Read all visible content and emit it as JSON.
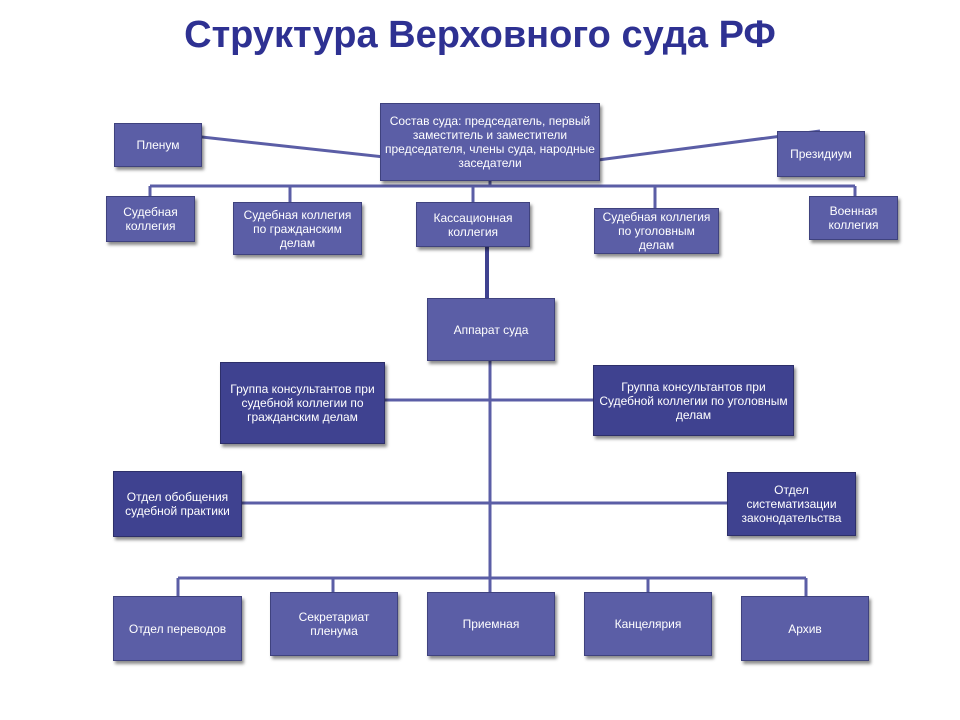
{
  "title": "Структура Верховного суда РФ",
  "colors": {
    "title": "#2e3192",
    "box_fill": "#5b5ea6",
    "box_fill_dark": "#3f4290",
    "line": "#5b5ea6",
    "text": "#ffffff"
  },
  "nodes": {
    "composition": "Состав суда: председатель, первый заместитель и заместители председателя, члены суда, народные заседатели",
    "plenum": "Пленум",
    "presidium": "Президиум",
    "judicial_collegium": "Судебная коллегия",
    "civil_collegium": "Судебная коллегия по гражданским делам",
    "cassation_collegium": "Кассационная коллегия",
    "criminal_collegium": "Судебная коллегия по уголовным делам",
    "military_collegium": "Военная коллегия",
    "apparatus": "Аппарат суда",
    "consultants_civil": "Группа консультантов при судебной коллегии по гражданским делам",
    "consultants_criminal": "Группа консультантов при Судебной коллегии по уголовным делам",
    "generalization_dept": "Отдел обобщения судебной практики",
    "systematization_dept": "Отдел систематизации законодательства",
    "translation_dept": "Отдел переводов",
    "plenum_secretariat": "Секретариат пленума",
    "reception": "Приемная",
    "chancellery": "Канцелярия",
    "archive": "Архив"
  }
}
